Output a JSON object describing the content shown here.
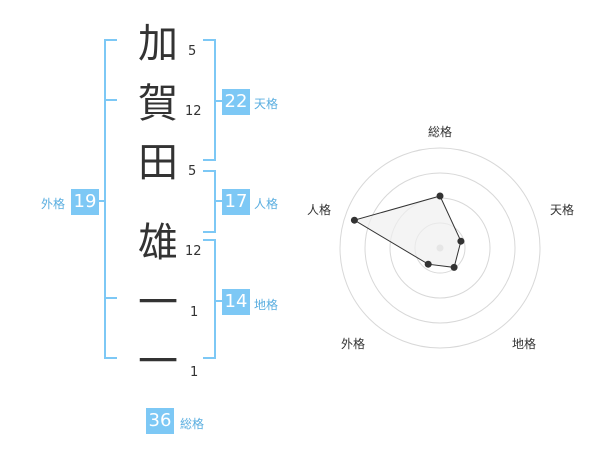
{
  "name": {
    "characters": [
      {
        "char": "加",
        "strokes": "5"
      },
      {
        "char": "賀",
        "strokes": "12"
      },
      {
        "char": "田",
        "strokes": "5"
      },
      {
        "char": "雄",
        "strokes": "12"
      },
      {
        "char": "一",
        "strokes": "1"
      },
      {
        "char": "一",
        "strokes": "1"
      }
    ]
  },
  "fortune": {
    "tenkaku": {
      "value": "22",
      "label": "天格"
    },
    "jinkaku": {
      "value": "17",
      "label": "人格"
    },
    "chikaku": {
      "value": "14",
      "label": "地格"
    },
    "gaikaku": {
      "value": "19",
      "label": "外格"
    },
    "soukaku": {
      "value": "36",
      "label": "総格"
    }
  },
  "chart_data": {
    "type": "radar",
    "axes": [
      "総格",
      "天格",
      "地格",
      "外格",
      "人格"
    ],
    "values": [
      0.52,
      0.22,
      0.24,
      0.2,
      0.9
    ],
    "rings": 4,
    "grid": true,
    "colors": {
      "line": "#333333",
      "fill": "#efefef",
      "grid": "#d8d8d8",
      "bracket": "#7dc8f5"
    }
  }
}
